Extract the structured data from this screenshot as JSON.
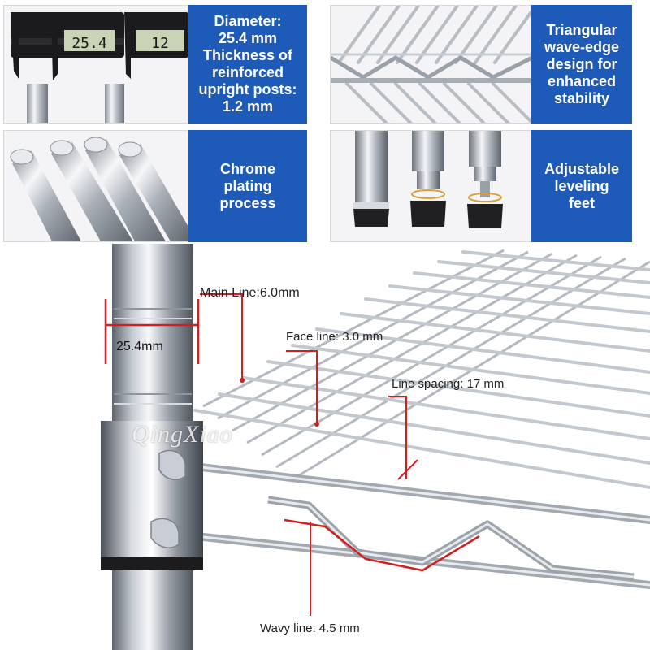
{
  "features": [
    {
      "text": "Diameter:\n25.4 mm\nThickness of\nreinforced\nupright posts:\n1.2 mm"
    },
    {
      "text": "Triangular\nwave-edge\ndesign for\nenhanced\nstability"
    },
    {
      "text": "Chrome\nplating\nprocess"
    },
    {
      "text": "Adjustable\nleveling\nfeet"
    }
  ],
  "caliper_readings": [
    "25.4",
    "12"
  ],
  "callouts": {
    "main_line": "Main Line:6.0mm",
    "diameter": "25.4mm",
    "face_line": "Face line: 3.0 mm",
    "line_spacing": "Line spacing: 17 mm",
    "wavy_line": "Wavy line: 4.5 mm"
  },
  "watermark": "QingXiao",
  "colors": {
    "feature_panel_blue": "#1e5bb8",
    "callout_line_red": "#d21e1e",
    "chrome": "#c9ced6"
  }
}
